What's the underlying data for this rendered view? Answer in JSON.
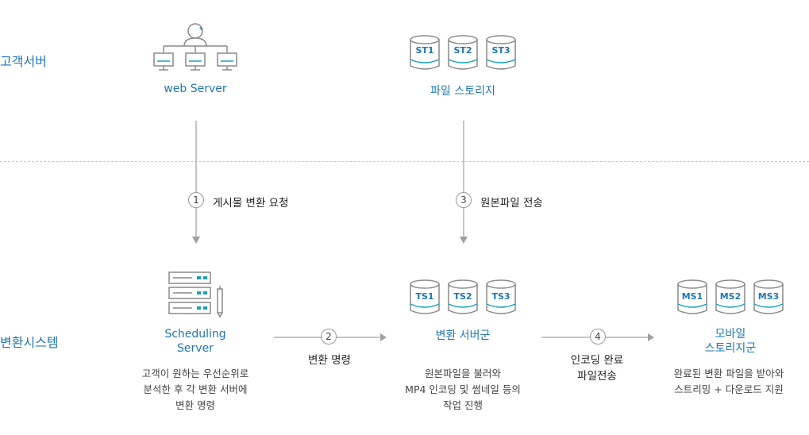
{
  "lanes": {
    "customer": "고객서버",
    "system": "변환시스템"
  },
  "nodes": {
    "web_server": "web Server",
    "file_storage": "파일 스토리지",
    "storage_labels": [
      "ST1",
      "ST2",
      "ST3"
    ],
    "scheduling_server": [
      "Scheduling",
      "Server"
    ],
    "scheduling_desc": [
      "고객이 원하는 우선순위로",
      "분석한 후 각 변환 서버에",
      "변환 명령"
    ],
    "conversion_group": "변환 서버군",
    "conversion_labels": [
      "TS1",
      "TS2",
      "TS3"
    ],
    "conversion_desc": [
      "원본파일을 불러와",
      "MP4 인코딩 및 썸네일 등의",
      "작업 진행"
    ],
    "mobile_storage": [
      "모바일",
      "스토리지군"
    ],
    "mobile_labels": [
      "MS1",
      "MS2",
      "MS3"
    ],
    "mobile_desc": [
      "완료된 변환 파일을 받아와",
      "스트리밍 + 다운로드 지원"
    ]
  },
  "steps": [
    {
      "num": "1",
      "label": "게시물 변환 요청"
    },
    {
      "num": "2",
      "label": "변환 명령"
    },
    {
      "num": "3",
      "label": "원본파일 전송"
    },
    {
      "num": "4",
      "label": [
        "인코딩 완료",
        "파일전송"
      ]
    }
  ],
  "colors": {
    "accent": "#1f77b4",
    "line": "#b0b0b0",
    "icon": "#8a8a8a",
    "teal": "#1aa3b8"
  }
}
